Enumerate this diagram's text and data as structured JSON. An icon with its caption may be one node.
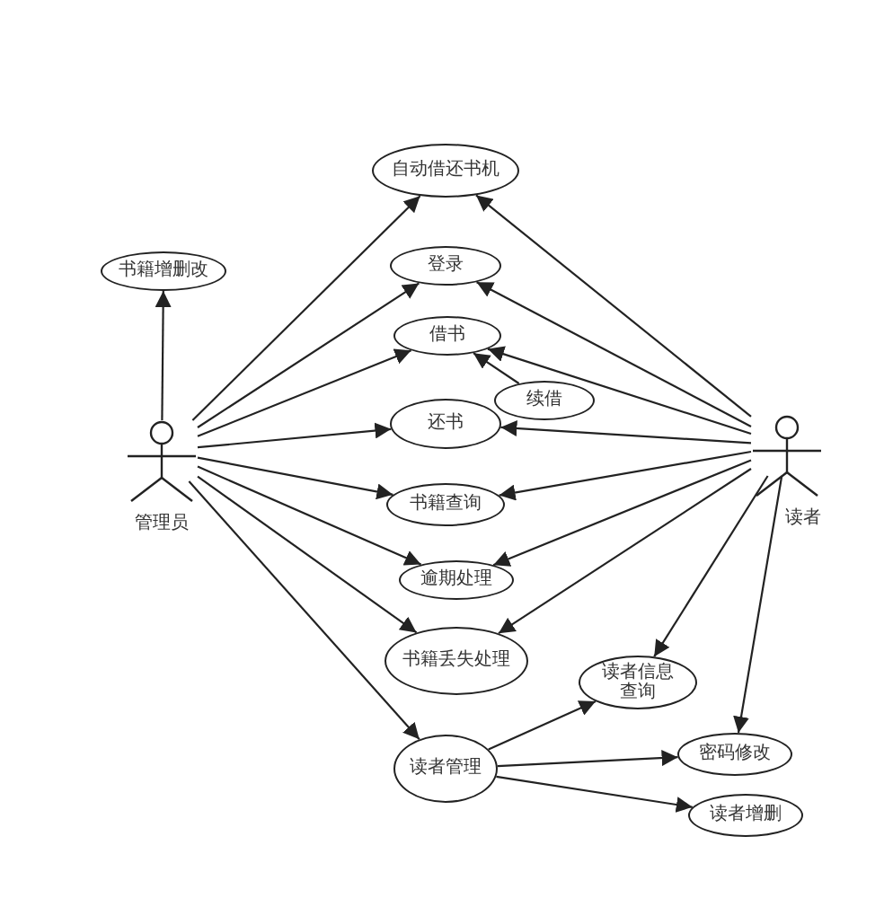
{
  "diagram": {
    "nodes": [
      {
        "text": [
          "管理员"
        ]
      },
      {
        "text": [
          "读者"
        ]
      },
      {
        "text": [
          "书籍增删改"
        ]
      },
      {
        "text": [
          "自动借还书机"
        ]
      },
      {
        "text": [
          "登录"
        ]
      },
      {
        "text": [
          "借书"
        ]
      },
      {
        "text": [
          "续借"
        ]
      },
      {
        "text": [
          "还书"
        ]
      },
      {
        "text": [
          "书籍查询"
        ]
      },
      {
        "text": [
          "逾期处理"
        ]
      },
      {
        "text": [
          "书籍丢失处理"
        ]
      },
      {
        "text": [
          "读者信息查询"
        ]
      },
      {
        "text": [
          "读者管理"
        ]
      },
      {
        "text": [
          "密码修改"
        ]
      },
      {
        "text": [
          "读者增删"
        ]
      }
    ],
    "edges": [
      {
        "from": 0,
        "to": 2,
        "arrow": "to"
      },
      {
        "from": 0,
        "to": 3,
        "arrow": "to"
      },
      {
        "from": 0,
        "to": 4,
        "arrow": "to"
      },
      {
        "from": 0,
        "to": 5,
        "arrow": "to"
      },
      {
        "from": 0,
        "to": 7,
        "arrow": "to"
      },
      {
        "from": 0,
        "to": 8,
        "arrow": "to"
      },
      {
        "from": 0,
        "to": 9,
        "arrow": "to"
      },
      {
        "from": 0,
        "to": 10,
        "arrow": "to"
      },
      {
        "from": 0,
        "to": 12,
        "arrow": "to"
      },
      {
        "from": 1,
        "to": 3,
        "arrow": "to"
      },
      {
        "from": 1,
        "to": 4,
        "arrow": "to"
      },
      {
        "from": 1,
        "to": 5,
        "arrow": "to"
      },
      {
        "from": 1,
        "to": 7,
        "arrow": "to"
      },
      {
        "from": 1,
        "to": 8,
        "arrow": "to"
      },
      {
        "from": 1,
        "to": 9,
        "arrow": "to"
      },
      {
        "from": 1,
        "to": 10,
        "arrow": "to"
      },
      {
        "from": 1,
        "to": 11,
        "arrow": "to"
      },
      {
        "from": 1,
        "to": 13,
        "arrow": "to"
      },
      {
        "from": 6,
        "to": 5,
        "arrow": "to"
      },
      {
        "from": 12,
        "to": 11,
        "arrow": "to"
      },
      {
        "from": 12,
        "to": 13,
        "arrow": "to"
      },
      {
        "from": 12,
        "to": 14,
        "arrow": "to"
      }
    ]
  }
}
